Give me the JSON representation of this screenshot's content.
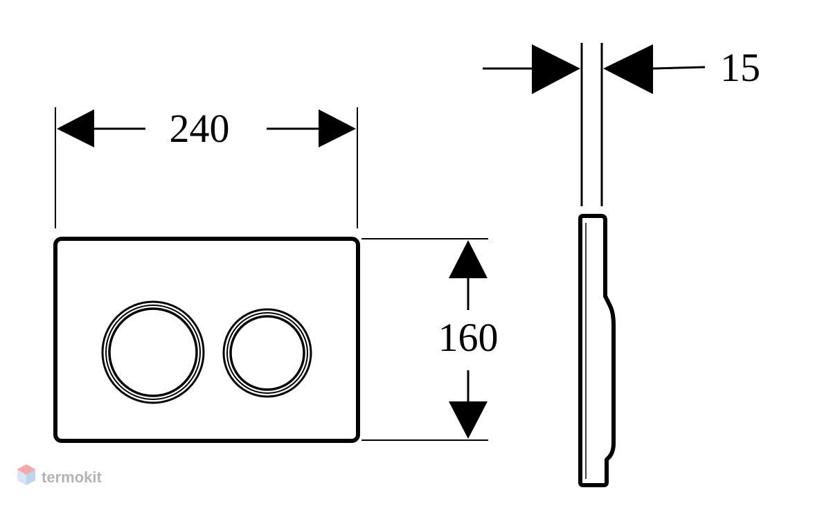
{
  "dimensions": {
    "width_label": "240",
    "height_label": "160",
    "depth_label": "15"
  },
  "watermark": {
    "text": "termokit",
    "logo_icon": "hexagon-logo-icon",
    "color": "#b4b4b4"
  },
  "colors": {
    "line": "#000000",
    "background": "#ffffff"
  }
}
